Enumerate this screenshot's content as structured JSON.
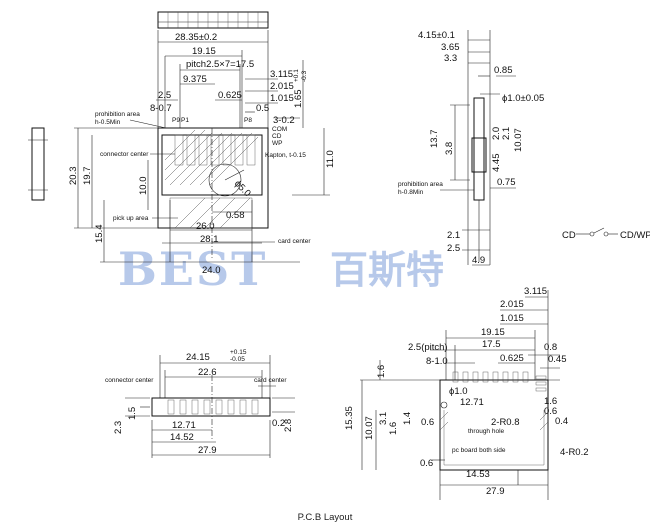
{
  "watermark": {
    "latin": "BEST",
    "cjk": "百斯特"
  },
  "caption": "P.C.B Layout",
  "top_view": {
    "dims": [
      "28.35±0.2",
      "19.15",
      "pitch2.5×7=17.5",
      "9.375",
      "0.625",
      "2.5",
      "8-0.7",
      "3.115",
      "2.015",
      "1.015",
      "0.5",
      "3-0.2",
      "1.65",
      "+0.1",
      "-0.3",
      "20.3",
      "19.7",
      "10.0",
      "15.4",
      "11.0",
      "ϕ5.0",
      "0.58",
      "26.0",
      "28.1",
      "24.0"
    ],
    "labels": {
      "prohibition": "prohibition area",
      "prohibition_h": "h-0.5Min",
      "connector_center": "connector center",
      "pick_up": "pick up area",
      "card_center": "card center",
      "com": "COM",
      "cd": "CD",
      "wp": "WP",
      "kapton": "Kapton, t-0.15",
      "p9": "P9",
      "p1": "P1",
      "p8": "P8"
    }
  },
  "side_view": {
    "dims": [
      "4.15±0.1",
      "3.65",
      "3.3",
      "0.85",
      "ϕ1.0±0.05",
      "13.7",
      "3.8",
      "2.0",
      "2.1",
      "10.07",
      "4.45",
      "0.75",
      "2.1",
      "2.5",
      "4.9"
    ],
    "labels": {
      "prohibition": "prohibition area",
      "prohibition_h": "h-0.8Min"
    }
  },
  "switch": {
    "cd": "CD",
    "cdwp": "CD/WP COM"
  },
  "front_view": {
    "dims": [
      "24.15",
      "+0.15",
      "-0.05",
      "22.6",
      "12.71",
      "14.52",
      "27.9",
      "2.3",
      "1.5",
      "0.2",
      "2.8"
    ],
    "labels": {
      "connector_center": "connector center",
      "card_center": "card center"
    }
  },
  "pcb": {
    "dims": [
      "3.115",
      "2.015",
      "1.015",
      "19.15",
      "17.5",
      "0.8",
      "2.5(pitch)",
      "8-1.0",
      "0.625",
      "0.45",
      "1.6",
      "ϕ1.0",
      "12.71",
      "15.35",
      "10.07",
      "3.1",
      "1.4",
      "1.6",
      "0.6",
      "2-R0.8",
      "1.6",
      "0.6",
      "0.4",
      "4-R0.2",
      "0.6",
      "14.53",
      "27.9"
    ],
    "labels": {
      "through_hole": "through hole",
      "both_side": "pc board both side"
    }
  }
}
